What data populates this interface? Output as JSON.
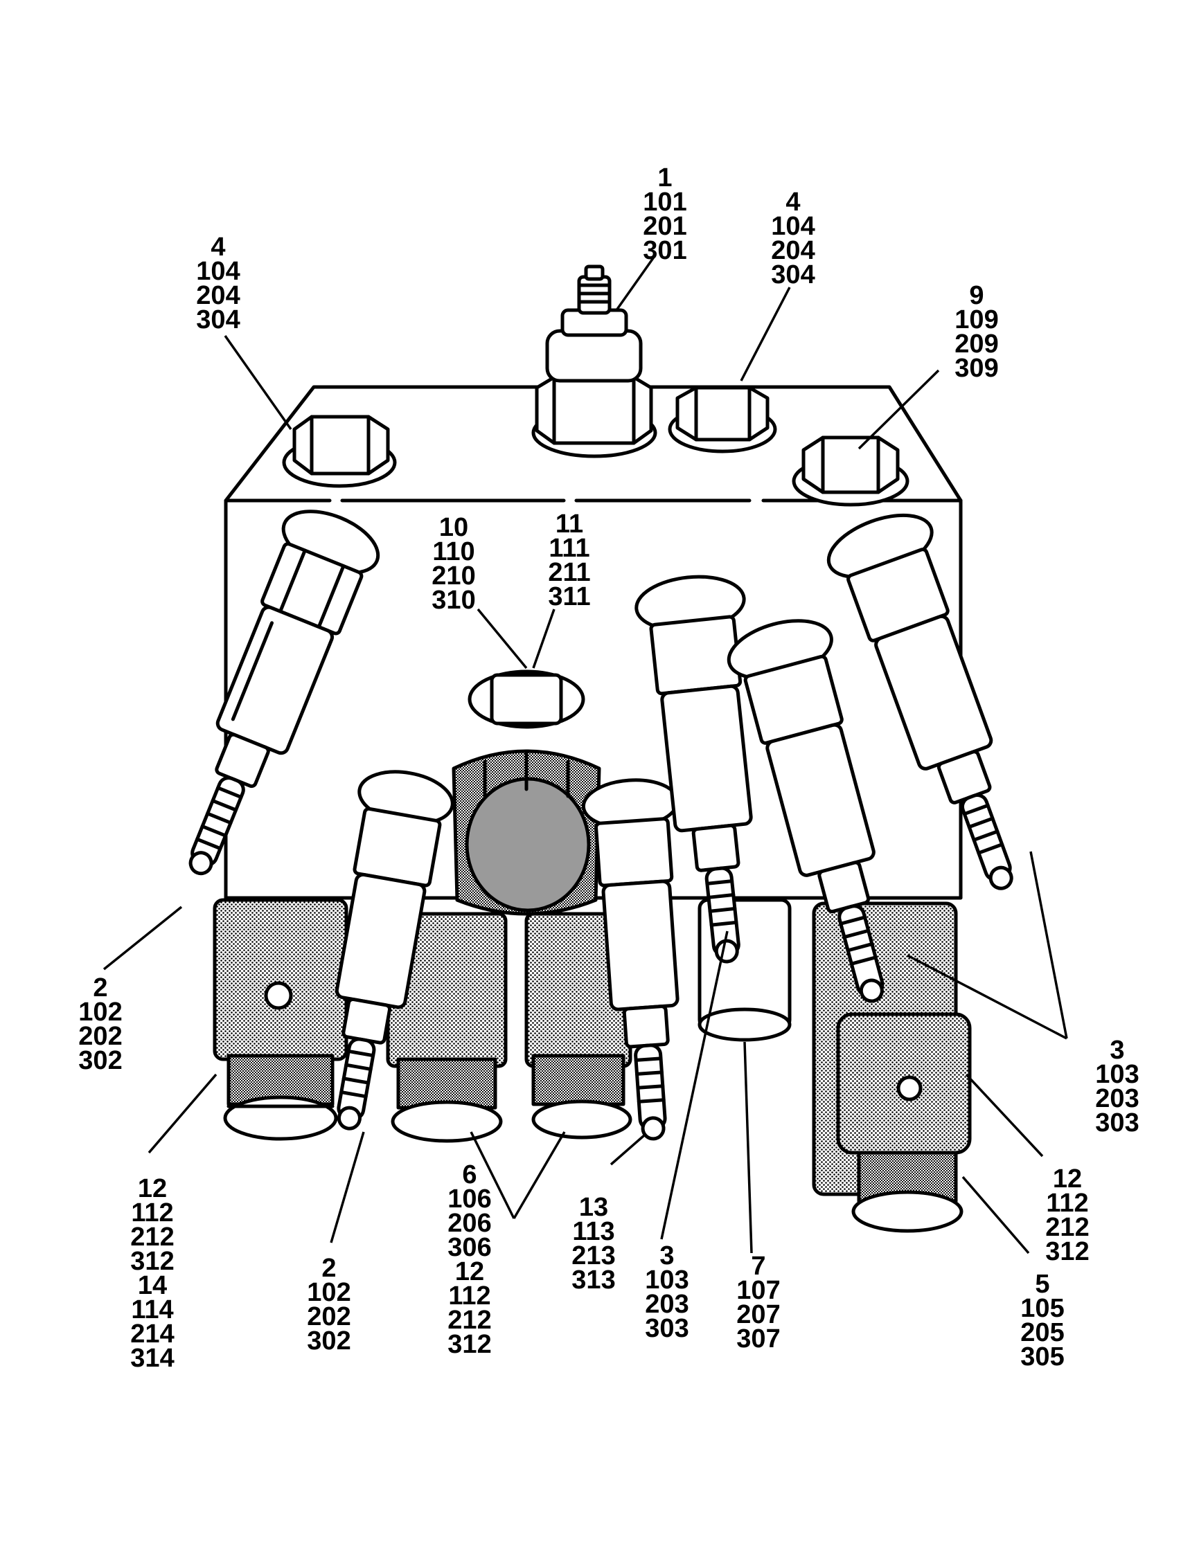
{
  "colors": {
    "ink": "#000000",
    "paper": "#ffffff",
    "screen": "#9a9a9a"
  },
  "callouts": [
    {
      "id": "top-1",
      "numbers": [
        "1",
        "101",
        "201",
        "301"
      ]
    },
    {
      "id": "top-left-4",
      "numbers": [
        "4",
        "104",
        "204",
        "304"
      ]
    },
    {
      "id": "top-right-4",
      "numbers": [
        "4",
        "104",
        "204",
        "304"
      ]
    },
    {
      "id": "right-9",
      "numbers": [
        "9",
        "109",
        "209",
        "309"
      ]
    },
    {
      "id": "center-10",
      "numbers": [
        "10",
        "110",
        "210",
        "310"
      ]
    },
    {
      "id": "center-11",
      "numbers": [
        "11",
        "111",
        "211",
        "311"
      ]
    },
    {
      "id": "left-2",
      "numbers": [
        "2",
        "102",
        "202",
        "302"
      ]
    },
    {
      "id": "right-3",
      "numbers": [
        "3",
        "103",
        "203",
        "303"
      ]
    },
    {
      "id": "bottom-12-14",
      "numbers": [
        "12",
        "112",
        "212",
        "312",
        "14",
        "114",
        "214",
        "314"
      ]
    },
    {
      "id": "bottom-2",
      "numbers": [
        "2",
        "102",
        "202",
        "302"
      ]
    },
    {
      "id": "bottom-6-12",
      "numbers": [
        "6",
        "106",
        "206",
        "306",
        "12",
        "112",
        "212",
        "312"
      ]
    },
    {
      "id": "bottom-13",
      "numbers": [
        "13",
        "113",
        "213",
        "313"
      ]
    },
    {
      "id": "bottom-3",
      "numbers": [
        "3",
        "103",
        "203",
        "303"
      ]
    },
    {
      "id": "bottom-7",
      "numbers": [
        "7",
        "107",
        "207",
        "307"
      ]
    },
    {
      "id": "right-12",
      "numbers": [
        "12",
        "112",
        "212",
        "312"
      ]
    },
    {
      "id": "bottom-5",
      "numbers": [
        "5",
        "105",
        "205",
        "305"
      ]
    }
  ]
}
